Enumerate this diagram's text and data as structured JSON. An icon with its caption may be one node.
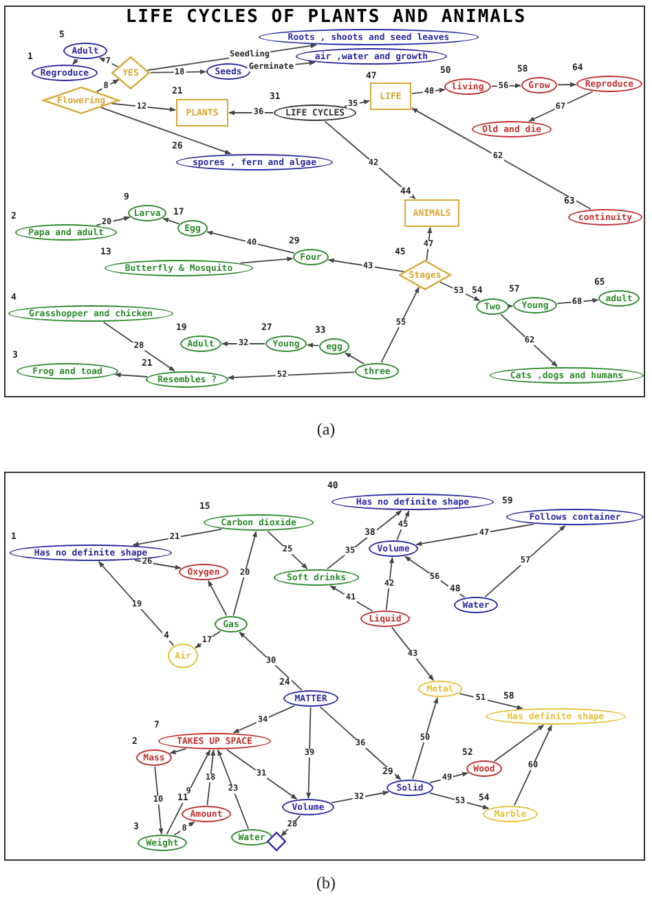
{
  "diagram": {
    "title": "LIFE CYCLES OF PLANTS AND ANIMALS",
    "nodes": [
      {
        "text": [
          "Regroduce"
        ],
        "beside": [
          "1"
        ]
      },
      {
        "text": [
          "Adult"
        ],
        "beside": [
          "5"
        ]
      },
      {
        "text": [
          "YES"
        ]
      },
      {
        "text": [
          "Flowering"
        ]
      },
      {
        "text": [
          "Roots , shoots and seed leaves"
        ]
      },
      {
        "text": [
          "Seeds"
        ]
      },
      {
        "text": [
          "air ,water and growth"
        ]
      },
      {
        "text": [
          "PLANTS"
        ],
        "beside": [
          "21"
        ]
      },
      {
        "text": [
          "LIFE CYCLES"
        ],
        "beside": [
          "31"
        ]
      },
      {
        "text": [
          "LIFE"
        ],
        "beside": [
          "47"
        ]
      },
      {
        "text": [
          "living"
        ],
        "beside": [
          "50"
        ]
      },
      {
        "text": [
          "Grow"
        ],
        "beside": [
          "58"
        ]
      },
      {
        "text": [
          "Reproduce"
        ],
        "beside": [
          "64"
        ]
      },
      {
        "text": [
          "Old and die"
        ]
      },
      {
        "text": [
          "spores , fern and algae"
        ],
        "beside": [
          "26"
        ]
      },
      {
        "text": [
          "continuity"
        ],
        "beside": [
          "63"
        ]
      },
      {
        "text": [
          "ANIMALS"
        ],
        "beside": [
          "44"
        ]
      },
      {
        "text": [
          "Larva"
        ],
        "beside": [
          "9"
        ]
      },
      {
        "text": [
          "Papa and adult"
        ],
        "beside": [
          "2"
        ]
      },
      {
        "text": [
          "Egg"
        ],
        "beside": [
          "17"
        ]
      },
      {
        "text": [
          "Butterfly & Mosquito"
        ],
        "beside": [
          "13"
        ]
      },
      {
        "text": [
          "Four"
        ],
        "beside": [
          "29"
        ]
      },
      {
        "text": [
          "Stages"
        ],
        "beside": [
          "45"
        ]
      },
      {
        "text": [
          "Two"
        ],
        "beside": [
          "54"
        ]
      },
      {
        "text": [
          "Young"
        ],
        "beside": [
          "57"
        ]
      },
      {
        "text": [
          "adult"
        ],
        "beside": [
          "65"
        ]
      },
      {
        "text": [
          "Grasshopper and chicken"
        ],
        "beside": [
          "4"
        ]
      },
      {
        "text": [
          "Adult"
        ],
        "beside": [
          "19"
        ]
      },
      {
        "text": [
          "Young"
        ],
        "beside": [
          "27"
        ]
      },
      {
        "text": [
          "egg"
        ],
        "beside": [
          "33"
        ]
      },
      {
        "text": [
          "Frog and toad"
        ],
        "beside": [
          "3"
        ]
      },
      {
        "text": [
          "Resembles ?"
        ],
        "beside": [
          "21"
        ]
      },
      {
        "text": [
          "three"
        ]
      },
      {
        "text": [
          "Cats ,dogs and humans"
        ]
      },
      {
        "text": [
          "Has no definite shape"
        ],
        "beside": [
          "1"
        ]
      },
      {
        "text": [
          "Carbon dioxide"
        ],
        "beside": [
          "15"
        ]
      },
      {
        "text": [
          "Oxygen"
        ]
      },
      {
        "text": [
          "Soft drinks"
        ]
      },
      {
        "text": [
          "Gas"
        ]
      },
      {
        "text": [
          "Air"
        ],
        "beside": [
          "4"
        ]
      },
      {
        "text": [
          "Has no definite shape"
        ],
        "beside": [
          "40"
        ]
      },
      {
        "text": [
          "Follows container"
        ],
        "beside": [
          "59"
        ]
      },
      {
        "text": [
          "Volume"
        ],
        "beside": [
          "38"
        ]
      },
      {
        "text": [
          "Water"
        ],
        "beside": [
          "48"
        ]
      },
      {
        "text": [
          "Liquid"
        ]
      },
      {
        "text": [
          "Metal"
        ]
      },
      {
        "text": [
          "Has definite shape"
        ],
        "beside": [
          "58"
        ]
      },
      {
        "text": [
          "MATTER"
        ],
        "beside": [
          "24"
        ]
      },
      {
        "text": [
          "TAKES UP SPACE"
        ],
        "beside": [
          "7"
        ]
      },
      {
        "text": [
          "Mass"
        ],
        "beside": [
          "2"
        ]
      },
      {
        "text": [
          "Amount"
        ],
        "beside": [
          "11"
        ]
      },
      {
        "text": [
          "Volume"
        ]
      },
      {
        "text": [
          "Weight"
        ],
        "beside": [
          "3"
        ]
      },
      {
        "text": [
          "Water"
        ]
      },
      {
        "text": [],
        "shape": "diamond"
      },
      {
        "text": [
          "Solid"
        ],
        "beside": [
          "29"
        ]
      },
      {
        "text": [
          "Wood"
        ],
        "beside": [
          "52"
        ]
      },
      {
        "text": [
          "Marble"
        ],
        "beside": [
          "54"
        ]
      }
    ],
    "edges": [
      {
        "from": 1,
        "to": 0,
        "arrow": "to"
      },
      {
        "from": 2,
        "to": 1,
        "arrow": "to",
        "label": "7"
      },
      {
        "from": 3,
        "to": 2,
        "arrow": "to",
        "label": "8"
      },
      {
        "from": 2,
        "to": 4,
        "arrow": "to",
        "label": "Seedling"
      },
      {
        "from": 2,
        "to": 5,
        "arrow": "to",
        "label": "18"
      },
      {
        "from": 5,
        "to": 6,
        "arrow": "to",
        "label": "Germinate"
      },
      {
        "from": 3,
        "to": 7,
        "arrow": "to",
        "label": "12"
      },
      {
        "from": 3,
        "to": 14,
        "arrow": "to"
      },
      {
        "from": 8,
        "to": 7,
        "arrow": "to",
        "label": "36"
      },
      {
        "from": 8,
        "to": 9,
        "arrow": "to",
        "label": "35"
      },
      {
        "from": 8,
        "to": 16,
        "arrow": "to",
        "label": "42"
      },
      {
        "from": 9,
        "to": 10,
        "arrow": "to",
        "label": "48"
      },
      {
        "from": 10,
        "to": 11,
        "arrow": "to",
        "label": "56"
      },
      {
        "from": 11,
        "to": 12,
        "arrow": "to"
      },
      {
        "from": 12,
        "to": 13,
        "arrow": "to",
        "label": "67"
      },
      {
        "from": 15,
        "to": 9,
        "arrow": "to",
        "label": "62"
      },
      {
        "from": 22,
        "to": 16,
        "arrow": "to",
        "label": "47"
      },
      {
        "from": 22,
        "to": 21,
        "arrow": "to",
        "label": "43"
      },
      {
        "from": 22,
        "to": 23,
        "arrow": "to",
        "label": "53"
      },
      {
        "from": 32,
        "to": 22,
        "arrow": "to",
        "label": "55"
      },
      {
        "from": 23,
        "to": 24,
        "arrow": "to"
      },
      {
        "from": 24,
        "to": 25,
        "arrow": "to",
        "label": "68"
      },
      {
        "from": 23,
        "to": 33,
        "arrow": "to",
        "label": "62"
      },
      {
        "from": 21,
        "to": 19,
        "arrow": "to",
        "label": "40"
      },
      {
        "from": 19,
        "to": 17,
        "arrow": "to"
      },
      {
        "from": 18,
        "to": 17,
        "arrow": "to",
        "label": "20"
      },
      {
        "from": 20,
        "to": 21,
        "arrow": "to"
      },
      {
        "from": 26,
        "to": 31,
        "arrow": "to",
        "label": "28"
      },
      {
        "from": 31,
        "to": 30,
        "arrow": "to"
      },
      {
        "from": 32,
        "to": 31,
        "arrow": "to",
        "label": "52"
      },
      {
        "from": 32,
        "to": 29,
        "arrow": "to"
      },
      {
        "from": 29,
        "to": 28,
        "arrow": "to"
      },
      {
        "from": 28,
        "to": 27,
        "arrow": "to",
        "label": "32"
      },
      {
        "from": 35,
        "to": 34,
        "arrow": "to",
        "label": "21"
      },
      {
        "from": 39,
        "to": 34,
        "arrow": "to",
        "label": "19"
      },
      {
        "from": 34,
        "to": 36,
        "arrow": "to",
        "label": "26"
      },
      {
        "from": 38,
        "to": 36,
        "arrow": "to"
      },
      {
        "from": 38,
        "to": 35,
        "arrow": "to",
        "label": "20"
      },
      {
        "from": 38,
        "to": 39,
        "arrow": "to",
        "label": "17"
      },
      {
        "from": 47,
        "to": 38,
        "arrow": "to",
        "label": "30"
      },
      {
        "from": 35,
        "to": 37,
        "arrow": "to",
        "label": "25"
      },
      {
        "from": 37,
        "to": 40,
        "arrow": "to",
        "label": "35"
      },
      {
        "from": 42,
        "to": 40,
        "arrow": "to",
        "label": "45"
      },
      {
        "from": 41,
        "to": 42,
        "arrow": "to",
        "label": "47"
      },
      {
        "from": 43,
        "to": 41,
        "arrow": "to",
        "label": "57"
      },
      {
        "from": 43,
        "to": 42,
        "arrow": "to",
        "label": "56"
      },
      {
        "from": 44,
        "to": 42,
        "arrow": "to",
        "label": "42"
      },
      {
        "from": 44,
        "to": 37,
        "arrow": "to",
        "label": "41"
      },
      {
        "from": 44,
        "to": 45,
        "arrow": "to",
        "label": "43"
      },
      {
        "from": 55,
        "to": 45,
        "arrow": "to",
        "label": "50"
      },
      {
        "from": 45,
        "to": 46,
        "arrow": "to",
        "label": "51"
      },
      {
        "from": 56,
        "to": 46,
        "arrow": "to"
      },
      {
        "from": 57,
        "to": 46,
        "arrow": "to",
        "label": "60"
      },
      {
        "from": 55,
        "to": 56,
        "arrow": "to",
        "label": "49"
      },
      {
        "from": 55,
        "to": 57,
        "arrow": "to",
        "label": "53"
      },
      {
        "from": 47,
        "to": 55,
        "arrow": "to",
        "label": "36"
      },
      {
        "from": 51,
        "to": 55,
        "arrow": "to",
        "label": "32"
      },
      {
        "from": 47,
        "to": 51,
        "arrow": "to",
        "label": "39"
      },
      {
        "from": 47,
        "to": 48,
        "arrow": "to",
        "label": "34"
      },
      {
        "from": 48,
        "to": 51,
        "arrow": "to",
        "label": "31"
      },
      {
        "from": 48,
        "to": 49,
        "arrow": "to"
      },
      {
        "from": 49,
        "to": 52,
        "arrow": "to",
        "label": "10"
      },
      {
        "from": 52,
        "to": 48,
        "arrow": "to",
        "label": "9"
      },
      {
        "from": 52,
        "to": 50,
        "arrow": "to",
        "label": "8"
      },
      {
        "from": 50,
        "to": 48,
        "arrow": "to",
        "label": "18"
      },
      {
        "from": 53,
        "to": 48,
        "arrow": "to",
        "label": "23"
      },
      {
        "from": 51,
        "to": 54,
        "arrow": "to",
        "label": "28"
      }
    ],
    "labels": [
      "(a)",
      "(b)"
    ]
  }
}
